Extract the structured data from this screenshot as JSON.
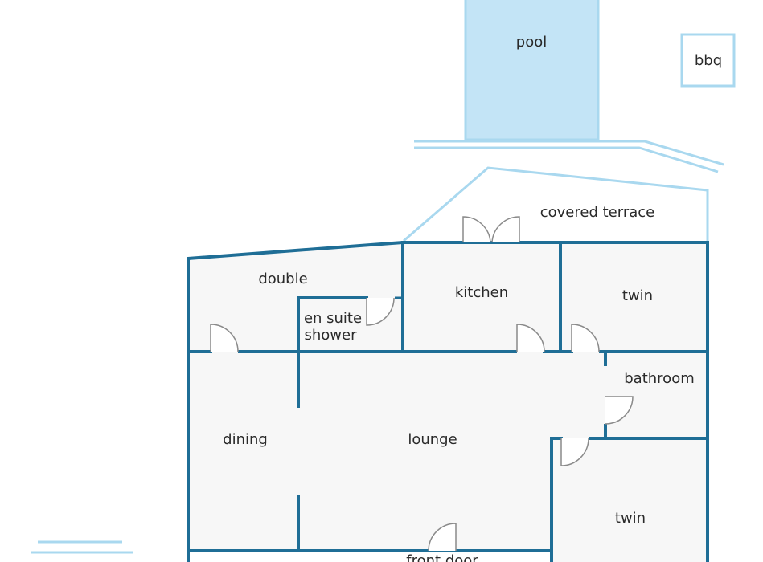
{
  "labels": {
    "pool": "pool",
    "bbq": "bbq",
    "covered_terrace": "covered terrace",
    "double": "double",
    "en_suite_line1": "en suite",
    "en_suite_line2": "shower",
    "kitchen": "kitchen",
    "twin_top": "twin",
    "bathroom": "bathroom",
    "dining": "dining",
    "lounge": "lounge",
    "twin_bottom": "twin",
    "front_door": "front door"
  },
  "colors": {
    "wall": "#1f6e96",
    "light_outline": "#a9d8ef",
    "pool_fill": "#c3e4f6",
    "room_fill": "#f7f7f7",
    "door_stroke": "#8a8a8a"
  }
}
